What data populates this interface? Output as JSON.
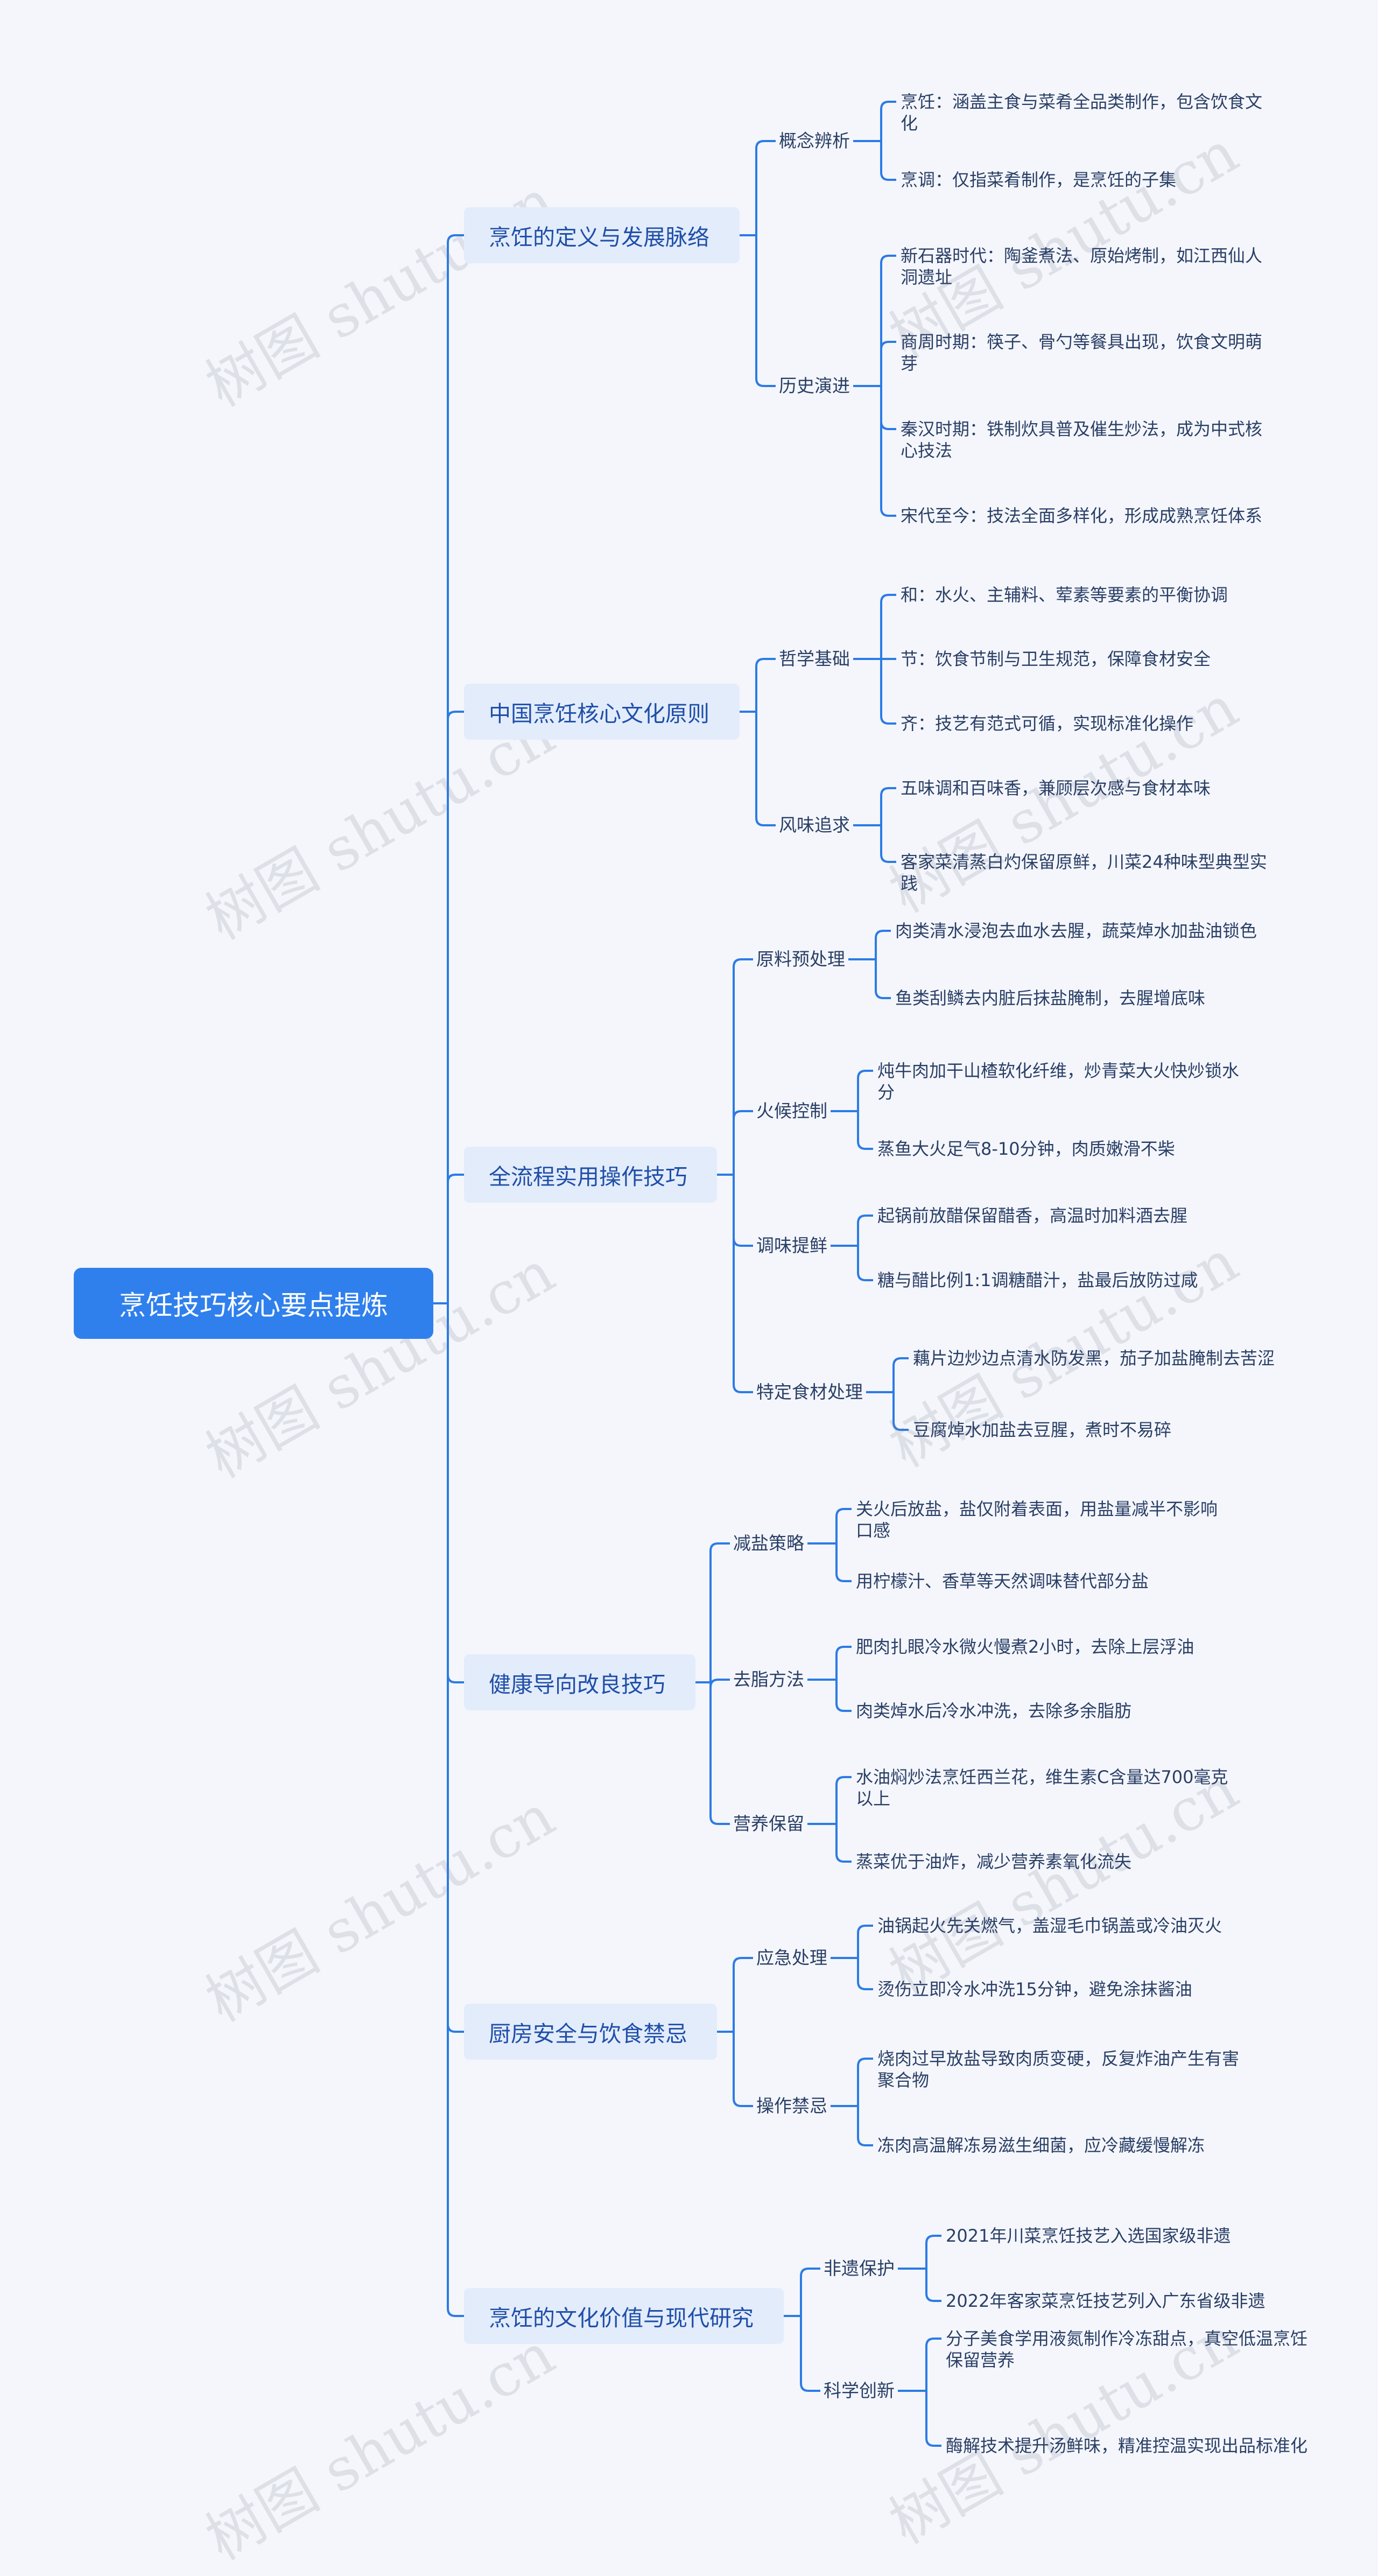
{
  "root": "烹饪技巧核心要点提炼",
  "watermark": "树图 shutu.cn",
  "branches": [
    {
      "label": "烹饪的定义与发展脉络",
      "children": [
        {
          "label": "概念辨析",
          "leaves": [
            "烹饪：涵盖主食与菜肴全品类制作，包含饮食文化",
            "烹调：仅指菜肴制作，是烹饪的子集"
          ]
        },
        {
          "label": "历史演进",
          "leaves": [
            "新石器时代：陶釜煮法、原始烤制，如江西仙人洞遗址",
            "商周时期：筷子、骨勺等餐具出现，饮食文明萌芽",
            "秦汉时期：铁制炊具普及催生炒法，成为中式核心技法",
            "宋代至今：技法全面多样化，形成成熟烹饪体系"
          ]
        }
      ]
    },
    {
      "label": "中国烹饪核心文化原则",
      "children": [
        {
          "label": "哲学基础",
          "leaves": [
            "和：水火、主辅料、荤素等要素的平衡协调",
            "节：饮食节制与卫生规范，保障食材安全",
            "齐：技艺有范式可循，实现标准化操作"
          ]
        },
        {
          "label": "风味追求",
          "leaves": [
            "五味调和百味香，兼顾层次感与食材本味",
            "客家菜清蒸白灼保留原鲜，川菜24种味型典型实践"
          ]
        }
      ]
    },
    {
      "label": "全流程实用操作技巧",
      "children": [
        {
          "label": "原料预处理",
          "leaves": [
            "肉类清水浸泡去血水去腥，蔬菜焯水加盐油锁色",
            "鱼类刮鳞去内脏后抹盐腌制，去腥增底味"
          ]
        },
        {
          "label": "火候控制",
          "leaves": [
            "炖牛肉加干山楂软化纤维，炒青菜大火快炒锁水分",
            "蒸鱼大火足气8-10分钟，肉质嫩滑不柴"
          ]
        },
        {
          "label": "调味提鲜",
          "leaves": [
            "起锅前放醋保留醋香，高温时加料酒去腥",
            "糖与醋比例1:1调糖醋汁，盐最后放防过咸"
          ]
        },
        {
          "label": "特定食材处理",
          "leaves": [
            "藕片边炒边点清水防发黑，茄子加盐腌制去苦涩",
            "豆腐焯水加盐去豆腥，煮时不易碎"
          ]
        }
      ]
    },
    {
      "label": "健康导向改良技巧",
      "children": [
        {
          "label": "减盐策略",
          "leaves": [
            "关火后放盐，盐仅附着表面，用盐量减半不影响口感",
            "用柠檬汁、香草等天然调味替代部分盐"
          ]
        },
        {
          "label": "去脂方法",
          "leaves": [
            "肥肉扎眼冷水微火慢煮2小时，去除上层浮油",
            "肉类焯水后冷水冲洗，去除多余脂肪"
          ]
        },
        {
          "label": "营养保留",
          "leaves": [
            "水油焖炒法烹饪西兰花，维生素C含量达700毫克以上",
            "蒸菜优于油炸，减少营养素氧化流失"
          ]
        }
      ]
    },
    {
      "label": "厨房安全与饮食禁忌",
      "children": [
        {
          "label": "应急处理",
          "leaves": [
            "油锅起火先关燃气，盖湿毛巾锅盖或冷油灭火",
            "烫伤立即冷水冲洗15分钟，避免涂抹酱油"
          ]
        },
        {
          "label": "操作禁忌",
          "leaves": [
            "烧肉过早放盐导致肉质变硬，反复炸油产生有害聚合物",
            "冻肉高温解冻易滋生细菌，应冷藏缓慢解冻"
          ]
        }
      ]
    },
    {
      "label": "烹饪的文化价值与现代研究",
      "children": [
        {
          "label": "非遗保护",
          "leaves": [
            "2021年川菜烹饪技艺入选国家级非遗",
            "2022年客家菜烹饪技艺列入广东省级非遗"
          ]
        },
        {
          "label": "科学创新",
          "leaves": [
            "分子美食学用液氮制作冷冻甜点，真空低温烹饪保留营养",
            "酶解技术提升汤鲜味，精准控温实现出品标准化"
          ]
        }
      ]
    }
  ]
}
